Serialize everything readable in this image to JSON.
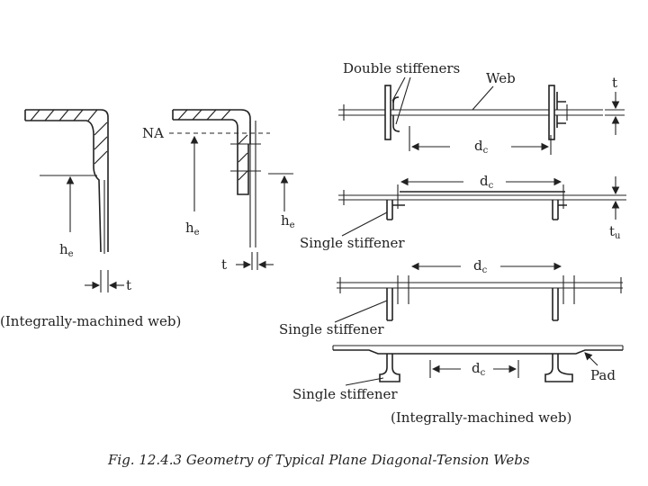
{
  "labels": {
    "double_stiffeners": "Double stiffeners",
    "web": "Web",
    "na": "NA",
    "he_main": "h",
    "he_sub": "e",
    "t": "t",
    "tu_main": "t",
    "tu_sub": "u",
    "dc_main": "d",
    "dc_sub": "c",
    "single_stiffener": "Single stiffener",
    "pad": "Pad",
    "integrally_machined_left": "(Integrally-machined web)",
    "integrally_machined_right": "(Integrally-machined web)"
  },
  "caption": "Fig. 12.4.3  Geometry of Typical Plane Diagonal-Tension Webs",
  "colors": {
    "ink": "#222222",
    "background": "#ffffff"
  }
}
